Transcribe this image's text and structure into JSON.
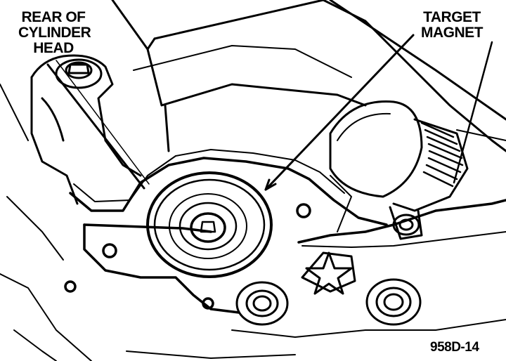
{
  "labels": {
    "rear_of_cylinder_head": "REAR OF\nCYLINDER\nHEAD",
    "target_magnet": "TARGET\nMAGNET",
    "figure_id": "958D-14"
  },
  "colors": {
    "ink": "#000000",
    "paper": "#ffffff"
  }
}
